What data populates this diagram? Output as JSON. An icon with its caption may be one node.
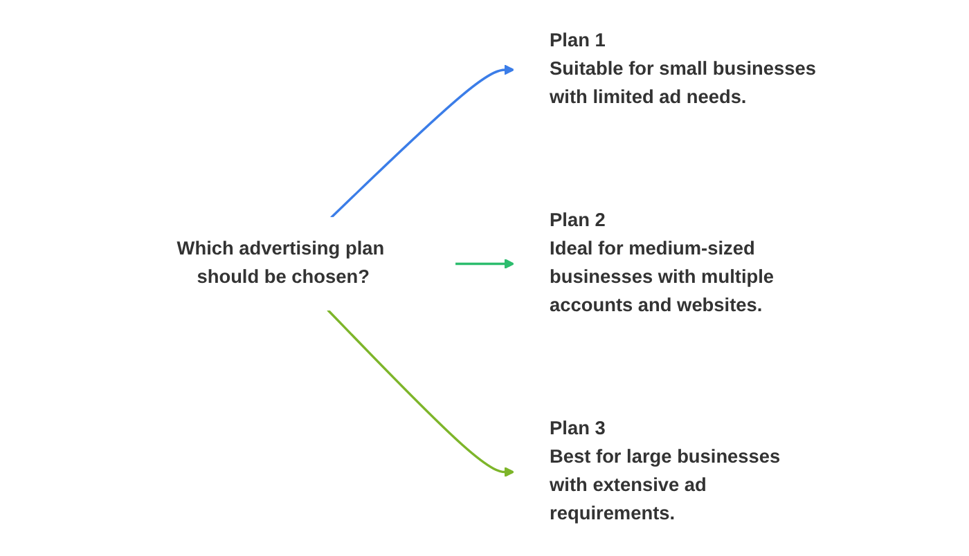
{
  "diagram": {
    "nodes": [
      {
        "text": [
          "Which advertising plan should be chosen?"
        ]
      },
      {
        "text": [
          "Plan 1",
          "Suitable for small businesses with limited ad needs."
        ]
      },
      {
        "text": [
          "Plan 2",
          "Ideal for medium-sized businesses with multiple accounts and websites."
        ]
      },
      {
        "text": [
          "Plan 3",
          "Best for large businesses with extensive ad requirements."
        ]
      }
    ],
    "edges": [
      {
        "from": 0,
        "to": 1,
        "arrow": "to",
        "color": "#3b7de8"
      },
      {
        "from": 0,
        "to": 2,
        "arrow": "to",
        "color": "#2dbd6e"
      },
      {
        "from": 0,
        "to": 3,
        "arrow": "to",
        "color": "#7db52a"
      }
    ]
  }
}
